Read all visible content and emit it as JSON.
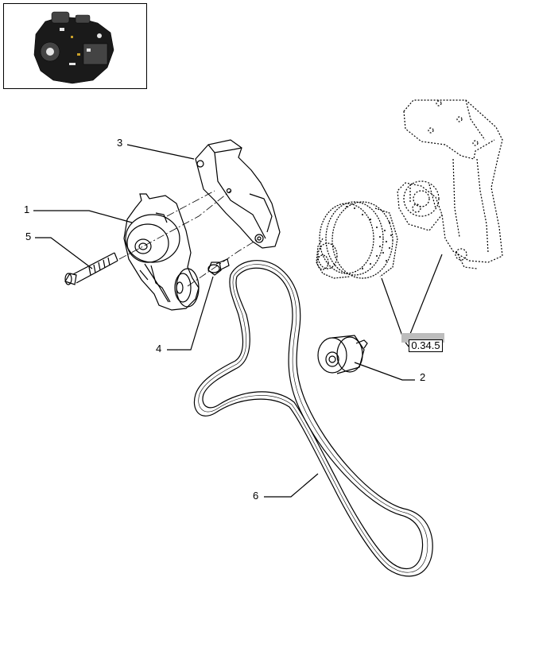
{
  "callouts": {
    "c1": "1",
    "c2": "2",
    "c3": "3",
    "c4": "4",
    "c5": "5",
    "c6": "6"
  },
  "reference": {
    "label": "0.34.5"
  }
}
